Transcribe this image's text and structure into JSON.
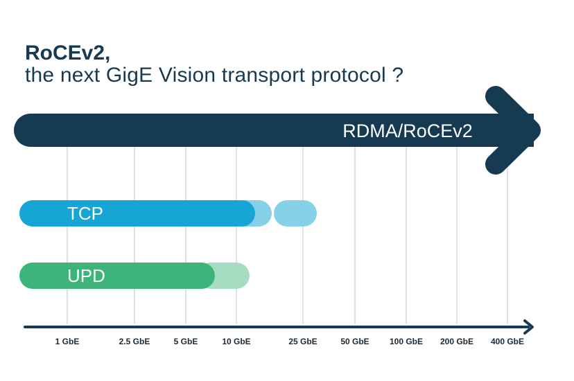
{
  "title": {
    "main": "RoCEv2,",
    "subtitle": "the next GigE Vision transport protocol ?"
  },
  "arrow_label": "RDMA/RoCEv2",
  "bars": [
    {
      "label": "TCP",
      "solid_end": "10 GbE",
      "light_segments": [
        "10 GbE",
        "25 GbE"
      ]
    },
    {
      "label": "UPD",
      "solid_end": "5 GbE",
      "light_segments": [
        "10 GbE"
      ]
    }
  ],
  "axis": {
    "ticks": [
      "1 GbE",
      "2.5 GbE",
      "5 GbE",
      "10 GbE",
      "25 GbE",
      "50 GbE",
      "100 GbE",
      "200 GbE",
      "400 GbE"
    ]
  },
  "colors": {
    "navy": "#163a52",
    "tcp_solid": "#16a5d4",
    "tcp_light": "#86d0e8",
    "udp_solid": "#3db57a",
    "udp_light": "#a6dcc1",
    "gridline": "#b8c4cc"
  }
}
